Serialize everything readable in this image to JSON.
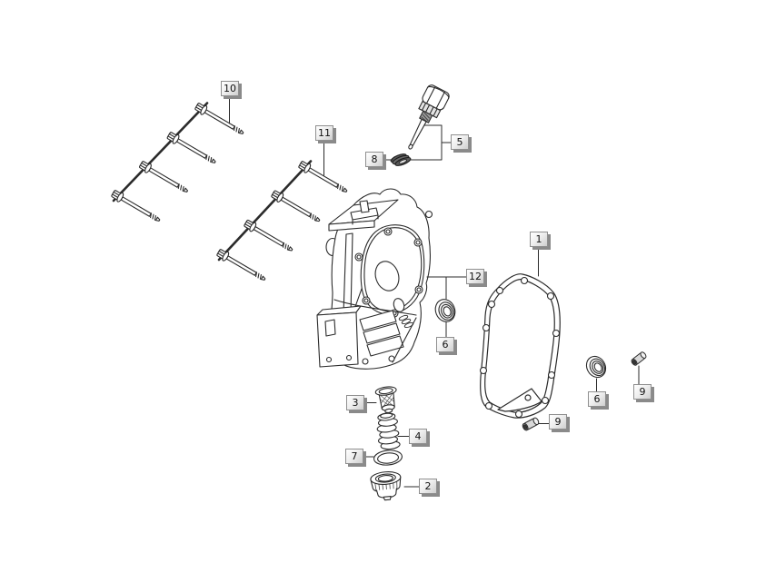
{
  "diagram": {
    "kind": "exploded-parts-diagram",
    "background_color": "#ffffff",
    "line_color": "#2b2b2b",
    "callout_box_style": {
      "background_from": "#ffffff",
      "background_to": "#cfcfcf",
      "border": "#8f8f8f",
      "shadow": "#8a8a8a",
      "text_color": "#111111"
    },
    "callouts": [
      {
        "id": "c10",
        "label": "10"
      },
      {
        "id": "c11",
        "label": "11"
      },
      {
        "id": "c5",
        "label": "5"
      },
      {
        "id": "c8",
        "label": "8"
      },
      {
        "id": "c12",
        "label": "12"
      },
      {
        "id": "c6a",
        "label": "6"
      },
      {
        "id": "c1",
        "label": "1"
      },
      {
        "id": "c6b",
        "label": "6"
      },
      {
        "id": "c9a",
        "label": "9"
      },
      {
        "id": "c9b",
        "label": "9"
      },
      {
        "id": "c3",
        "label": "3"
      },
      {
        "id": "c4",
        "label": "4"
      },
      {
        "id": "c7",
        "label": "7"
      },
      {
        "id": "c2",
        "label": "2"
      }
    ]
  }
}
